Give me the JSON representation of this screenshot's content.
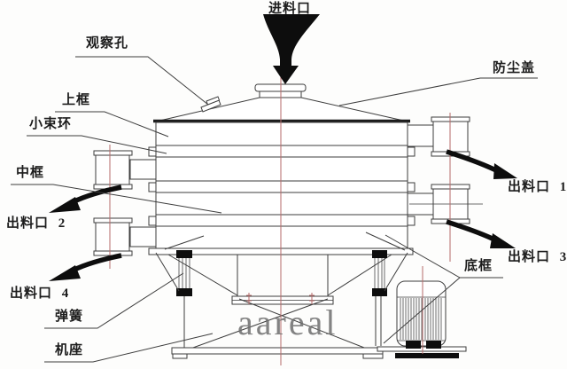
{
  "colors": {
    "background": "#fdfdfc",
    "line": "#3d3d3d",
    "arrow": "#0d0d0d",
    "centerline_red": "#b56a6a",
    "text": "#1c1c1c",
    "watermark_gray": "#6e6e6e"
  },
  "watermark": "aareal",
  "labels": {
    "feed_inlet": "进料口",
    "observation_hole": "观察孔",
    "dust_cover": "防尘盖",
    "upper_frame": "上框",
    "small_clamp_ring": "小束环",
    "middle_frame": "中框",
    "outlet_1": "出料口 1",
    "outlet_2": "出料口 2",
    "outlet_3": "出料口 3",
    "outlet_4": "出料口 4",
    "bottom_frame": "底框",
    "spring": "弹簧",
    "machine_base": "机座"
  }
}
